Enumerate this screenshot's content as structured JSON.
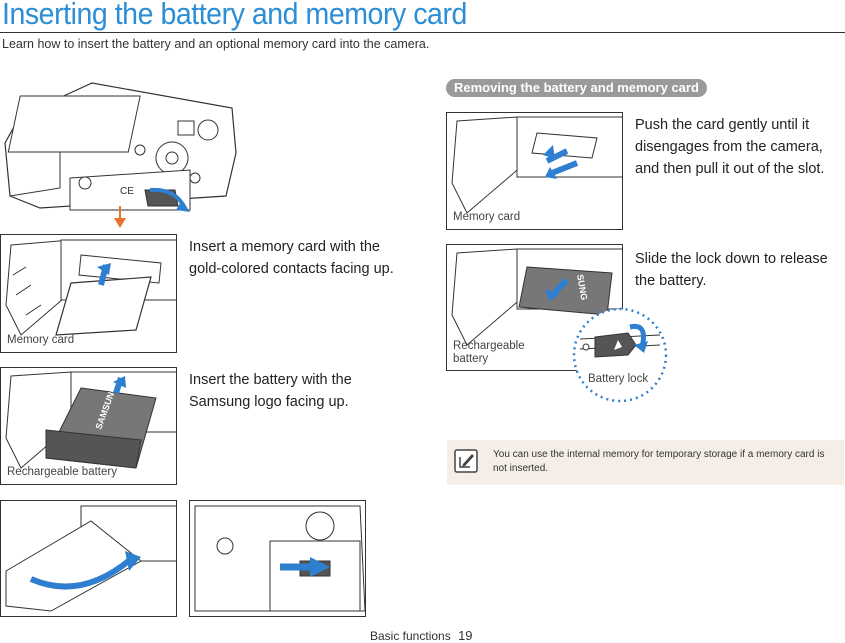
{
  "header": {
    "title": "Inserting the battery and memory card",
    "subtitle": "Learn how to insert the battery and an optional memory card into the camera."
  },
  "left": {
    "step1": {
      "text": "Insert a memory card with the gold-colored contacts facing up.",
      "figure_label": "Memory card"
    },
    "step2": {
      "text": "Insert the battery with the Samsung logo facing up.",
      "figure_label": "Rechargeable battery"
    },
    "battery_logo": "SAMSUNG"
  },
  "right": {
    "section_title": "Removing the battery and memory card",
    "card": {
      "text": "Push the card gently until it disengages from the camera, and then pull it out of the slot.",
      "figure_label": "Memory card"
    },
    "battery": {
      "text": "Slide the lock down to release the battery.",
      "figure_label": "Rechargeable battery",
      "lock_label": "Battery lock"
    },
    "battery_logo": "SUNG"
  },
  "note": {
    "text": "You can use the internal memory for temporary storage if a memory card is not inserted."
  },
  "footer": {
    "section": "Basic functions",
    "page": "19"
  },
  "colors": {
    "title": "#2c8ed6",
    "arrow_blue": "#2f7fd1",
    "arrow_orange": "#e8742a",
    "note_bg": "#f4eee6",
    "pill_bg": "#9a9a9a"
  }
}
